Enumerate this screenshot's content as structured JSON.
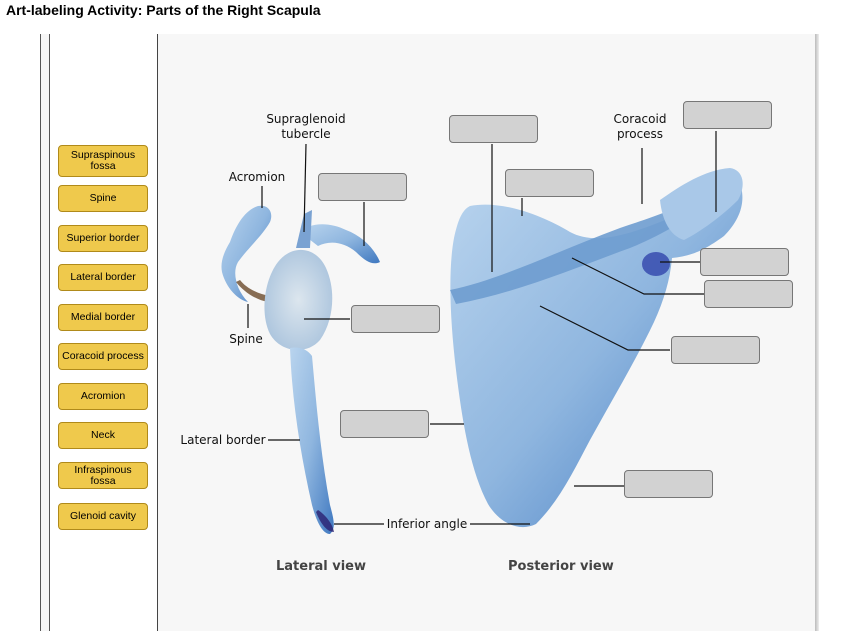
{
  "title": "Art-labeling Activity: Parts of the Right Scapula",
  "word_bank": [
    "Supraspinous fossa",
    "Spine",
    "Superior border",
    "Lateral border",
    "Medial border",
    "Coracoid process",
    "Acromion",
    "Neck",
    "Infraspinous fossa",
    "Glenoid cavity"
  ],
  "labels": {
    "supraglenoid": "Supraglenoid tubercle",
    "acromion": "Acromion",
    "spine": "Spine",
    "lateral_border": "Lateral border",
    "inferior_angle": "Inferior angle",
    "coracoid": "Coracoid process"
  },
  "views": {
    "lateral": "Lateral view",
    "posterior": "Posterior view"
  },
  "colors": {
    "chip": "#efc94c",
    "drop_target": "#d2d2d2",
    "bone": "#8fb6df"
  }
}
